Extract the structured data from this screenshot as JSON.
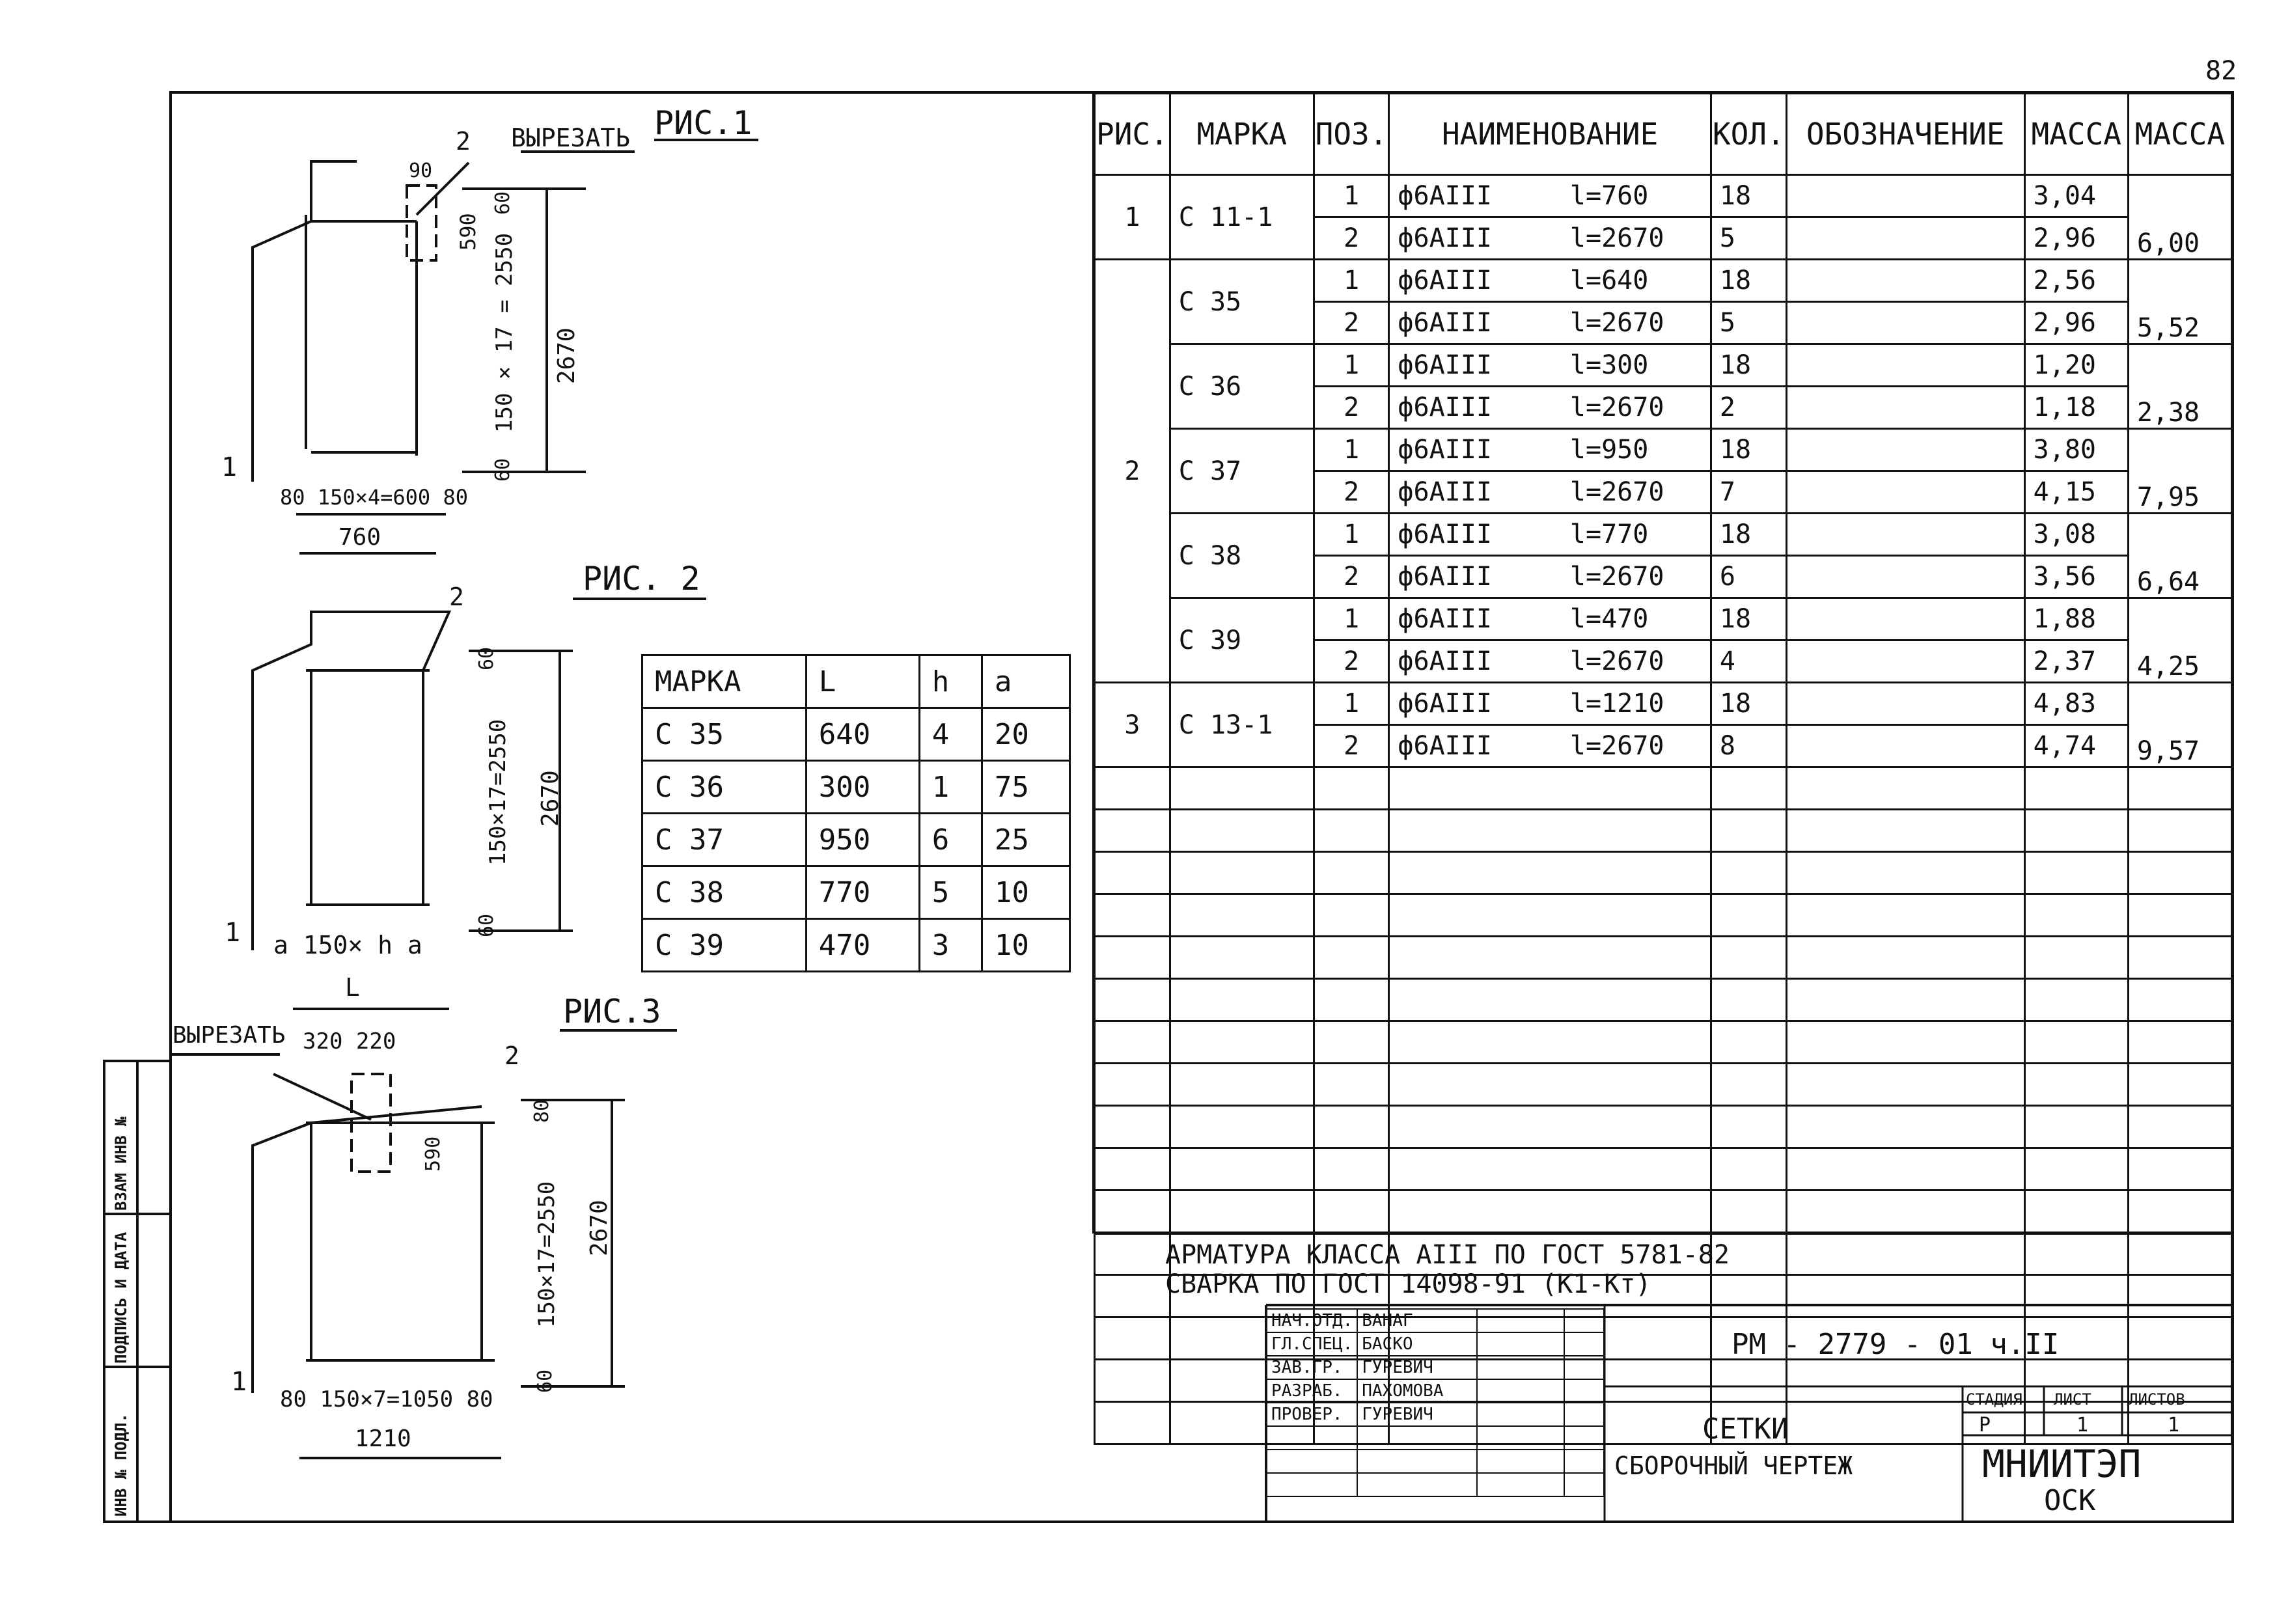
{
  "page_number": "82",
  "fig1": {
    "title": "РИС.1",
    "cut_label": "ВЫРЕЗАТЬ",
    "pos2": "2",
    "pos1": "1",
    "d_90": "90",
    "d_590": "590",
    "d_60a": "60",
    "d_60b": "60",
    "d_vert": "150 × 17 = 2550",
    "d_2670": "2670",
    "d_bottom": "80 150×4=600 80",
    "d_760": "760"
  },
  "fig2": {
    "title": "РИС. 2",
    "pos2": "2",
    "pos1": "1",
    "d_60a": "60",
    "d_60b": "60",
    "d_vert": "150×17=2550",
    "d_2670": "2670",
    "d_bottom": "a 150× h a",
    "d_L": "L"
  },
  "fig3": {
    "title": "РИС.3",
    "cut_label": "ВЫРЕЗАТЬ",
    "d_320_220": "320 220",
    "pos2": "2",
    "pos1": "1",
    "d_80": "80",
    "d_590": "590",
    "d_60": "60",
    "d_vert": "150×17=2550",
    "d_2670": "2670",
    "d_bottom": "80 150×7=1050 80",
    "d_1210": "1210"
  },
  "dims_table": {
    "headers": [
      "МАРКА",
      "L",
      "h",
      "a"
    ],
    "rows": [
      [
        "С 35",
        "640",
        "4",
        "20"
      ],
      [
        "С 36",
        "300",
        "1",
        "75"
      ],
      [
        "С 37",
        "950",
        "6",
        "25"
      ],
      [
        "С 38",
        "770",
        "5",
        "10"
      ],
      [
        "С 39",
        "470",
        "3",
        "10"
      ]
    ]
  },
  "spec": {
    "headers": [
      "РИС.",
      "МАРКА",
      "ПОЗ.",
      "НАИМЕНОВАНИЕ",
      "КОЛ.",
      "ОБОЗНАЧЕНИЕ",
      "МАССА",
      "МАССА"
    ],
    "groups": [
      {
        "fig": "1",
        "mark": "С 11-1",
        "total": "6,00",
        "rows": [
          [
            "1",
            "ф6АIII",
            "l=760",
            "18",
            "3,04"
          ],
          [
            "2",
            "ф6АIII",
            "l=2670",
            "5",
            "2,96"
          ]
        ]
      },
      {
        "fig": "",
        "mark": "С 35",
        "total": "5,52",
        "rows": [
          [
            "1",
            "ф6АIII",
            "l=640",
            "18",
            "2,56"
          ],
          [
            "2",
            "ф6АIII",
            "l=2670",
            "5",
            "2,96"
          ]
        ]
      },
      {
        "fig": "",
        "mark": "С 36",
        "total": "2,38",
        "rows": [
          [
            "1",
            "ф6АIII",
            "l=300",
            "18",
            "1,20"
          ],
          [
            "2",
            "ф6АIII",
            "l=2670",
            "2",
            "1,18"
          ]
        ]
      },
      {
        "fig": "2",
        "mark": "С 37",
        "total": "7,95",
        "rows": [
          [
            "1",
            "ф6АIII",
            "l=950",
            "18",
            "3,80"
          ],
          [
            "2",
            "ф6АIII",
            "l=2670",
            "7",
            "4,15"
          ]
        ]
      },
      {
        "fig": "",
        "mark": "С 38",
        "total": "6,64",
        "rows": [
          [
            "1",
            "ф6АIII",
            "l=770",
            "18",
            "3,08"
          ],
          [
            "2",
            "ф6АIII",
            "l=2670",
            "6",
            "3,56"
          ]
        ]
      },
      {
        "fig": "",
        "mark": "С 39",
        "total": "4,25",
        "rows": [
          [
            "1",
            "ф6АIII",
            "l=470",
            "18",
            "1,88"
          ],
          [
            "2",
            "ф6АIII",
            "l=2670",
            "4",
            "2,37"
          ]
        ]
      },
      {
        "fig": "3",
        "mark": "С 13-1",
        "total": "9,57",
        "rows": [
          [
            "1",
            "ф6АIII",
            "l=1210",
            "18",
            "4,83"
          ],
          [
            "2",
            "ф6АIII",
            "l=2670",
            "8",
            "4,74"
          ]
        ]
      }
    ]
  },
  "notes": {
    "line1": "АРМАТУРА КЛАССА АIII ПО ГОСТ 5781-82",
    "line2": "СВАРКА ПО ГОСТ 14098-91 (К1-Кт)"
  },
  "stamp": {
    "people": [
      [
        "НАЧ.ОТД.",
        "ВАНАГ"
      ],
      [
        "ГЛ.СПЕЦ.",
        "БАСКО"
      ],
      [
        "ЗАВ.ГР.",
        "ГУРЕВИЧ"
      ],
      [
        "РАЗРАБ.",
        "ПАХОМОВА"
      ],
      [
        "ПРОВЕР.",
        "ГУРЕВИЧ"
      ]
    ],
    "doc_code": "РМ - 2779 - 01 ч.II",
    "title1": "СЕТКИ",
    "title2": "СБОРОЧНЫЙ ЧЕРТЕЖ",
    "stage_label": "СТАДИЯ",
    "sheet_label": "ЛИСТ",
    "sheets_label": "ЛИСТОВ",
    "stage": "Р",
    "sheet": "1",
    "sheets": "1",
    "org1": "МНИИТЭП",
    "org2": "ОСК"
  },
  "side_labels": [
    "ИНВ № ПОДЛ.",
    "ПОДПИСЬ И ДАТА",
    "ВЗАМ ИНВ №"
  ]
}
